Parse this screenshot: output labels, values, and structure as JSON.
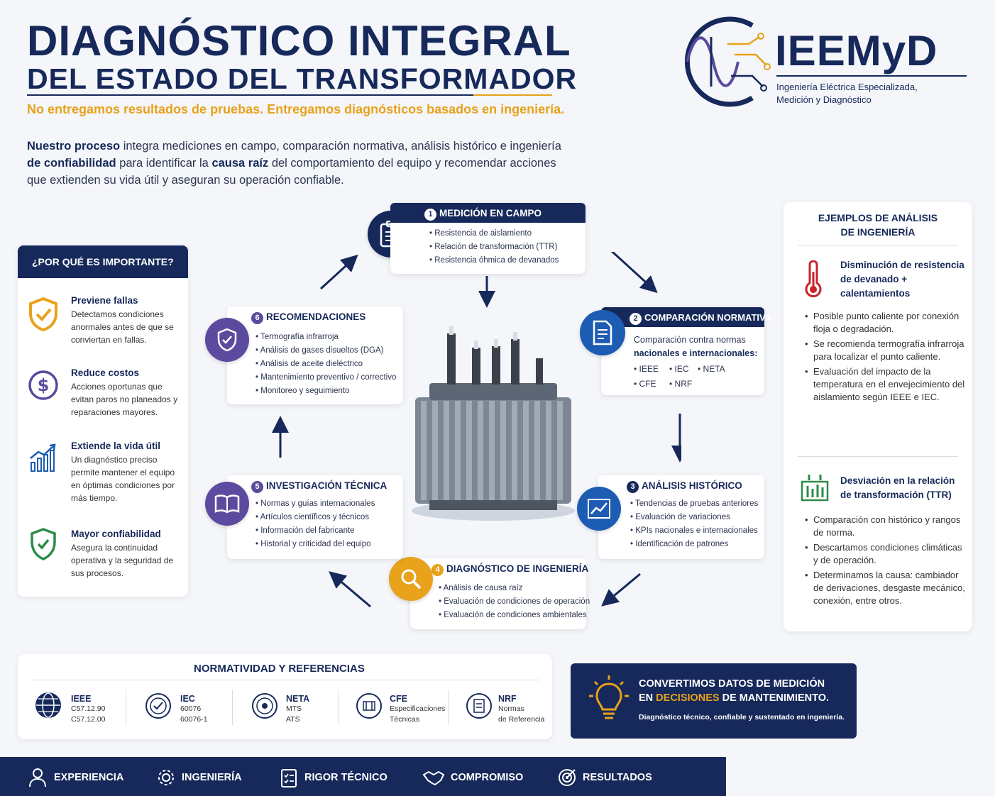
{
  "header": {
    "title_line1": "DIAGNÓSTICO INTEGRAL",
    "title_line2": "DEL ESTADO DEL TRANSFORMADOR",
    "tagline": "No entregamos resultados de pruebas. Entregamos diagnósticos basados en ingeniería.",
    "intro_b1": "Nuestro proceso",
    "intro_t1": " integra mediciones en campo, comparación normativa, análisis histórico e ingeniería ",
    "intro_b2": "de confiabilidad",
    "intro_t2": " para identificar la ",
    "intro_b3": "causa raíz",
    "intro_t3": " del comportamiento del equipo y recomendar acciones que extienden su vida útil y aseguran su operación confiable."
  },
  "logo": {
    "name": "IEEMyD",
    "subtitle_line1": "Ingeniería Eléctrica Especializada,",
    "subtitle_line2": "Medición y Diagnóstico"
  },
  "why": {
    "title": "¿POR QUÉ ES IMPORTANTE?",
    "items": [
      {
        "title": "Previene fallas",
        "text": "Detectamos condiciones anormales antes de que se conviertan en fallas.",
        "icon": "shield-check-icon"
      },
      {
        "title": "Reduce costos",
        "text": "Acciones oportunas que evitan paros no planeados y reparaciones mayores.",
        "icon": "dollar-icon"
      },
      {
        "title": "Extiende la vida útil",
        "text": "Un diagnóstico preciso permite mantener el equipo en óptimas condiciones por más tiempo.",
        "icon": "growth-chart-icon"
      },
      {
        "title": "Mayor confiabilidad",
        "text": "Asegura la continuidad operativa y la seguridad de sus procesos.",
        "icon": "shield-icon"
      }
    ]
  },
  "steps": [
    {
      "num": "1",
      "title": "MEDICIÓN EN CAMPO",
      "items": [
        "Resistencia de aislamiento",
        "Relación de transformación (TTR)",
        "Resistencia óhmica de devanados"
      ]
    },
    {
      "num": "2",
      "title": "COMPARACIÓN NORMATIVA",
      "text1": "Comparación contra normas",
      "text2": "nacionales e internacionales:",
      "norms": [
        "IEEE",
        "IEC",
        "NETA",
        "CFE",
        "NRF"
      ]
    },
    {
      "num": "3",
      "title": "ANÁLISIS HISTÓRICO",
      "items": [
        "Tendencias de pruebas anteriores",
        "Evaluación de variaciones",
        "KPIs nacionales e internacionales",
        "Identificación de patrones"
      ]
    },
    {
      "num": "4",
      "title": "DIAGNÓSTICO DE INGENIERÍA",
      "items": [
        "Análisis de causa raíz",
        "Evaluación de condiciones de operación",
        "Evaluación de condiciones ambientales"
      ]
    },
    {
      "num": "5",
      "title": "INVESTIGACIÓN TÉCNICA",
      "items": [
        "Normas y guías internacionales",
        "Artículos científicos y técnicos",
        "Información del fabricante",
        "Historial y criticidad del equipo"
      ]
    },
    {
      "num": "6",
      "title": "RECOMENDACIONES",
      "items": [
        "Termografía infrarroja",
        "Análisis de gases disueltos (DGA)",
        "Análisis de aceite dieléctrico",
        "Mantenimiento preventivo / correctivo",
        "Monitoreo y seguimiento"
      ]
    }
  ],
  "examples": {
    "title_line1": "EJEMPLOS DE ANÁLISIS",
    "title_line2": "DE INGENIERÍA",
    "ex1": {
      "title": "Disminución de resistencia de devanado + calentamientos",
      "items": [
        "Posible punto caliente por conexión floja o degradación.",
        "Se recomienda termografía infrarroja para localizar el punto caliente.",
        "Evaluación del impacto de la temperatura en el envejecimiento del aislamiento según IEEE e IEC."
      ]
    },
    "ex2": {
      "title": "Desviación en la relación de transformación (TTR)",
      "items": [
        "Comparación con histórico y rangos de norma.",
        "Descartamos condiciones climáticas y de operación.",
        "Determinamos la causa: cambiador de derivaciones, desgaste mecánico, conexión, entre otros."
      ]
    }
  },
  "normatividad": {
    "title": "NORMATIVIDAD Y REFERENCIAS",
    "items": [
      {
        "name": "IEEE",
        "l1": "C57.12.90",
        "l2": "C57.12.00"
      },
      {
        "name": "IEC",
        "l1": "60076",
        "l2": "60076-1"
      },
      {
        "name": "NETA",
        "l1": "MTS",
        "l2": "ATS"
      },
      {
        "name": "CFE",
        "l1": "Especificaciones",
        "l2": "Técnicas"
      },
      {
        "name": "NRF",
        "l1": "Normas",
        "l2": "de Referencia"
      }
    ]
  },
  "cta": {
    "line1": "CONVERTIMOS DATOS DE MEDICIÓN",
    "line2_a": "EN ",
    "line2_b": "DECISIONES",
    "line2_c": " DE MANTENIMIENTO.",
    "sub": "Diagnóstico técnico, confiable y sustentado en ingeniería."
  },
  "footer": [
    "EXPERIENCIA",
    "INGENIERÍA",
    "RIGOR TÉCNICO",
    "COMPROMISO",
    "RESULTADOS"
  ],
  "colors": {
    "navy": "#16295a",
    "gold": "#e8a21b",
    "purple": "#5b4a9e",
    "blue": "#1d5cb3",
    "red": "#c8232c",
    "green": "#2e8b4a"
  }
}
